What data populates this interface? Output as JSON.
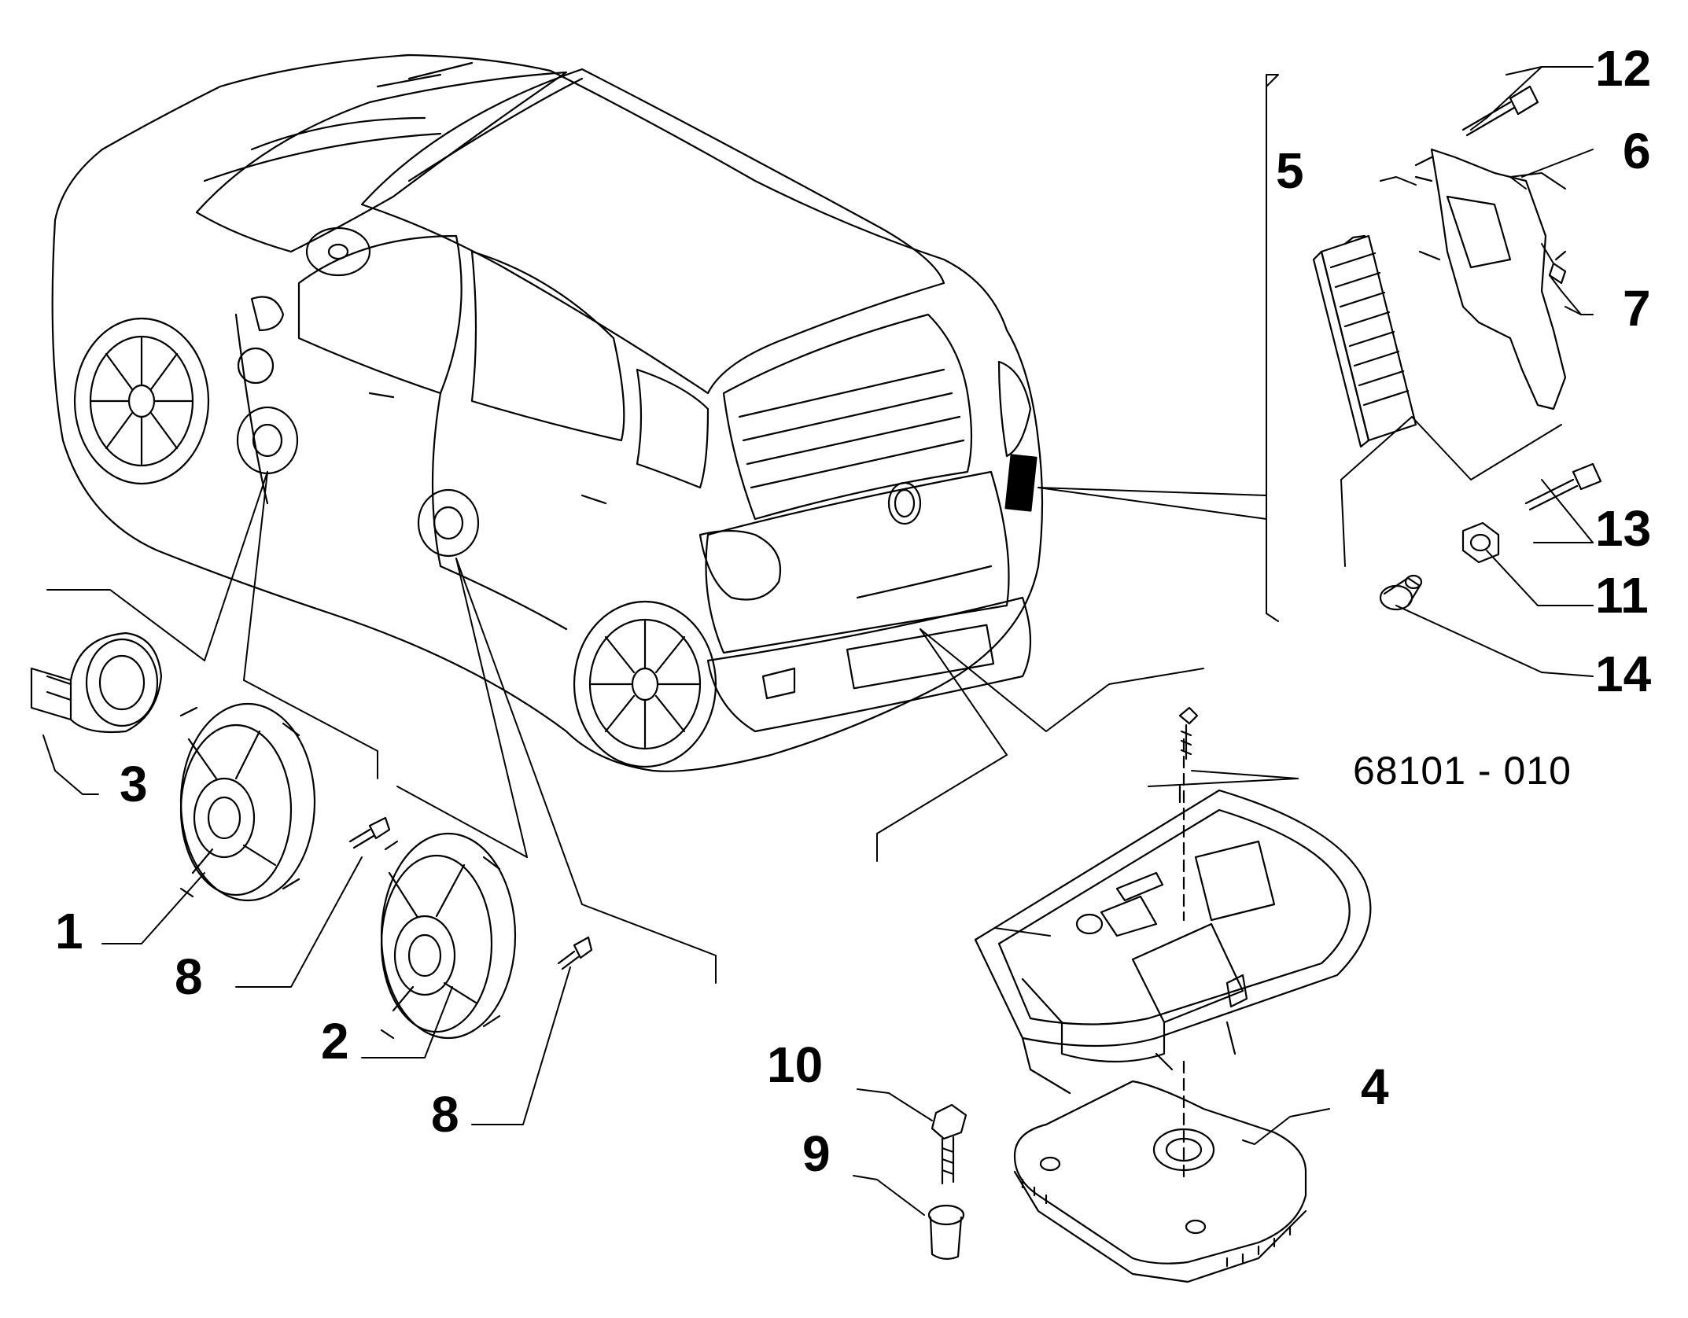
{
  "diagram": {
    "reference_code": "68101 - 010",
    "callouts": {
      "c1": "1",
      "c2": "2",
      "c3": "3",
      "c4": "4",
      "c5": "5",
      "c6": "6",
      "c7": "7",
      "c8a": "8",
      "c8b": "8",
      "c9": "9",
      "c10": "10",
      "c11": "11",
      "c12": "12",
      "c13": "13",
      "c14": "14"
    },
    "colors": {
      "ink": "#000000",
      "paper": "#ffffff"
    }
  }
}
